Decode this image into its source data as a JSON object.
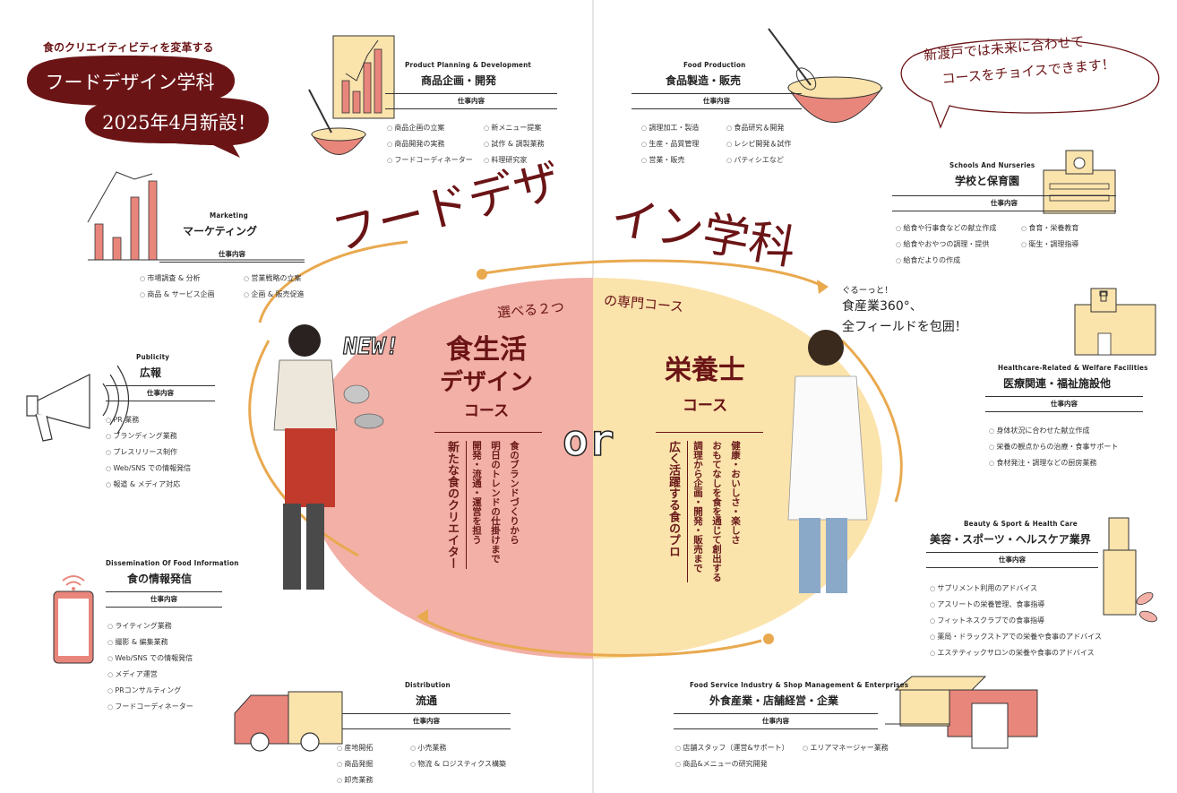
{
  "tagline": "食のクリエイティビティを変革する",
  "badge": {
    "line1": "フードデザイン学科",
    "line2": "2025年4月新設！"
  },
  "big_title": {
    "part1": "フードデザ",
    "part2": "イン学科"
  },
  "speech": {
    "line1": "新渡戸では未来に合わせて",
    "line2": "コースをチョイスできます！"
  },
  "ellipse_caption": {
    "left": "選べる２つ",
    "right": "の専門コース"
  },
  "job_label": "仕事内容",
  "new_label": "NEW!",
  "or_label": "or",
  "course_left": {
    "name1": "食生活",
    "name2": "デザイン",
    "name3": "コース",
    "desc": [
      "新たな食のクリエイター",
      "開発・流通・運営を担う",
      "明日のトレンドの仕掛けまで",
      "食のブランドづくりから"
    ]
  },
  "course_right": {
    "name1": "栄養士",
    "name2": "コース",
    "desc": [
      "広く活躍する食のプロ",
      "調理から企画・開発・販売まで",
      "おもてなしを食を通じて創出する",
      "健康・おいしさ・楽しさ"
    ]
  },
  "industry360": {
    "small": "ぐるーっと！",
    "line1": "食産業360°、",
    "line2": "全フィールドを包囲！"
  },
  "sections": {
    "product": {
      "en": "Product Planning & Development",
      "ja": "商品企画・開発",
      "items": [
        "商品企画の立案",
        "商品開発の実務",
        "フードコーディネーター",
        "新メニュー提案",
        "試作 & 調製業務",
        "料理研究家"
      ]
    },
    "foodprod": {
      "en": "Food Production",
      "ja": "食品製造・販売",
      "items": [
        "調理加工・製造",
        "生産・品質管理",
        "営業・販売",
        "食品研究＆開発",
        "レシピ開発＆試作",
        "パティシエなど"
      ]
    },
    "marketing": {
      "en": "Marketing",
      "ja": "マーケティング",
      "items": [
        "市場調査 & 分析",
        "商品 & サービス企画",
        "営業戦略の立案",
        "企画 & 販売促進"
      ]
    },
    "school": {
      "en": "Schools And Nurseries",
      "ja": "学校と保育園",
      "items": [
        "給食や行事食などの献立作成",
        "給食やおやつの調理・提供",
        "給食だよりの作成",
        "食育・栄養教育",
        "衛生・調理指導"
      ]
    },
    "publicity": {
      "en": "Publicity",
      "ja": "広報",
      "items": [
        "PR 業務",
        "ブランディング業務",
        "プレスリリース制作",
        "Web/SNS での情報発信",
        "報道 & メディア対応"
      ]
    },
    "health": {
      "en": "Healthcare-Related & Welfare Facilities",
      "ja": "医療関連・福祉施設他",
      "items": [
        "身体状況に合わせた献立作成",
        "栄養の観点からの治療・食事サポート",
        "食材発注・調理などの厨房業務"
      ]
    },
    "beauty": {
      "en": "Beauty & Sport & Health Care",
      "ja": "美容・スポーツ・ヘルスケア業界",
      "items": [
        "サプリメント利用のアドバイス",
        "アスリートの栄養管理、食事指導",
        "フィットネスクラブでの食事指導",
        "薬局・ドラックストアでの栄養や食事のアドバイス",
        "エステティックサロンの栄養や食事のアドバイス"
      ]
    },
    "info": {
      "en": "Dissemination Of Food Information",
      "ja": "食の情報発信",
      "items": [
        "ライティング業務",
        "撮影 & 編集業務",
        "Web/SNS での情報発信",
        "メディア運営",
        "PRコンサルティング",
        "フードコーディネーター"
      ]
    },
    "distribution": {
      "en": "Distribution",
      "ja": "流通",
      "items": [
        "産地開拓",
        "商品発掘",
        "卸売業務",
        "小売業務",
        "物流 & ロジスティクス構築"
      ]
    },
    "foodservice": {
      "en": "Food Service Industry & Shop Management & Enterprises",
      "ja": "外食産業・店舗経営・企業",
      "items": [
        "店舗スタッフ（運営&サポート）",
        "商品&メニューの研究開発",
        "エリアマネージャー業務"
      ]
    }
  },
  "colors": {
    "maroon": "#6b1416",
    "salmon": "#e8867c",
    "pink": "#f2b0a6",
    "cream": "#fbe3ac",
    "gold": "#e9a94f"
  }
}
